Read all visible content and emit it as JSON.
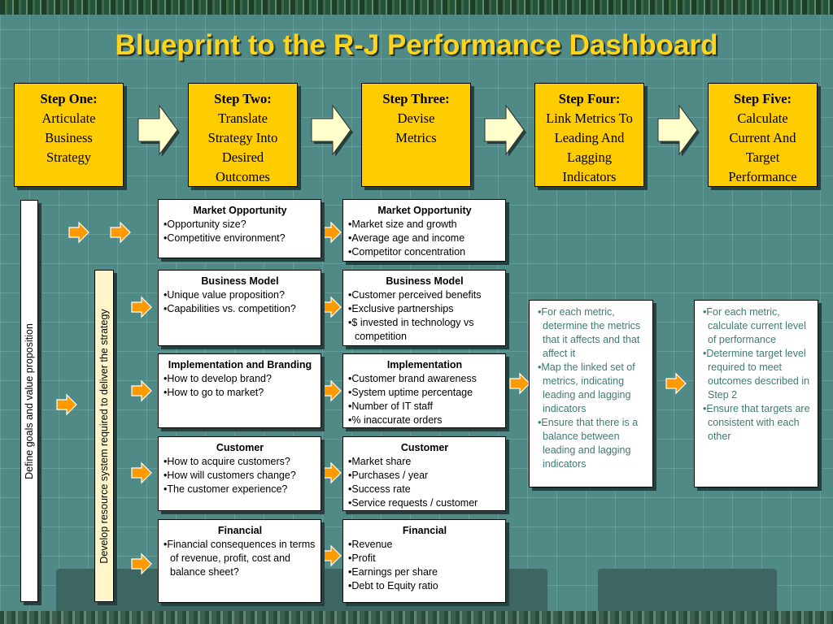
{
  "title": "Blueprint to the R-J Performance Dashboard",
  "colors": {
    "step_fill": "#ffcc00",
    "title_text": "#ffd41c",
    "arrow_orange": "#ff9900",
    "note_text": "#3f7a74",
    "background": "#4f8a86"
  },
  "steps": [
    {
      "title": "Step One:",
      "desc": "Articulate Business Strategy"
    },
    {
      "title": "Step Two:",
      "desc": "Translate Strategy Into Desired Outcomes"
    },
    {
      "title": "Step Three:",
      "desc": "Devise Metrics"
    },
    {
      "title": "Step Four:",
      "desc": "Link Metrics To Leading And Lagging Indicators"
    },
    {
      "title": "Step Five:",
      "desc": "Calculate Current And Target Performance"
    }
  ],
  "vertical_labels": {
    "define": "Define goals and value proposition",
    "develop": "Develop resource system required to deliver the strategy"
  },
  "outcomes": [
    {
      "title": "Market Opportunity",
      "items": [
        "Opportunity size?",
        "Competitive environment?"
      ]
    },
    {
      "title": "Business Model",
      "items": [
        "Unique value proposition?",
        "Capabilities vs. competition?"
      ]
    },
    {
      "title": "Implementation and Branding",
      "items": [
        "How to develop brand?",
        "How to go to market?"
      ]
    },
    {
      "title": "Customer",
      "items": [
        "How to acquire customers?",
        "How will customers change?",
        "The customer experience?"
      ]
    },
    {
      "title": "Financial",
      "items": [
        "Financial consequences in terms of revenue, profit, cost and balance sheet?"
      ]
    }
  ],
  "metrics": [
    {
      "title": "Market Opportunity",
      "items": [
        "Market size and growth",
        "Average age and income",
        "Competitor concentration"
      ]
    },
    {
      "title": "Business Model",
      "items": [
        "Customer perceived benefits",
        "Exclusive partnerships",
        "$ invested in technology vs competition"
      ]
    },
    {
      "title": "Implementation",
      "items": [
        "Customer brand awareness",
        "System uptime percentage",
        "Number of IT staff",
        "% inaccurate orders"
      ]
    },
    {
      "title": "Customer",
      "items": [
        "Market share",
        "Purchases /  year",
        "Success rate",
        "Service requests / customer"
      ]
    },
    {
      "title": "Financial",
      "items": [
        "Revenue",
        "Profit",
        "Earnings per share",
        "Debt to Equity ratio"
      ]
    }
  ],
  "step4_notes": [
    "For each metric, determine the metrics that it affects and that affect it",
    "Map the linked set of metrics, indicating leading and lagging indicators",
    "Ensure that there is a balance between leading and lagging indicators"
  ],
  "step5_notes": [
    "For each metric, calculate current level of performance",
    "Determine target level required to meet outcomes described in Step 2",
    "Ensure that targets are consistent with each other"
  ]
}
